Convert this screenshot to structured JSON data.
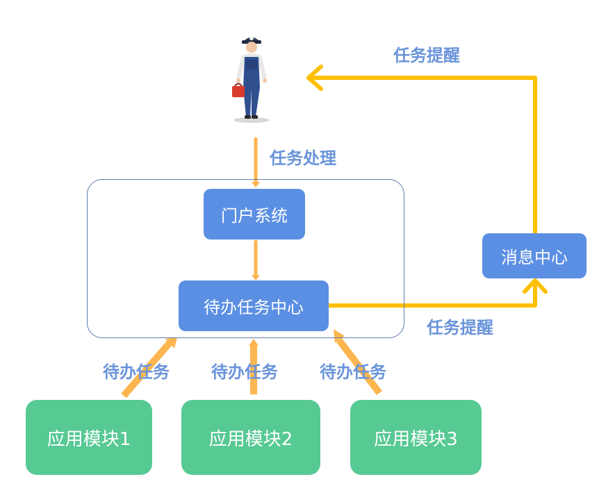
{
  "nodes": {
    "portal": "门户系统",
    "todo_center": "待办任务中心",
    "message_center": "消息中心",
    "module1": "应用模块1",
    "module2": "应用模块2",
    "module3": "应用模块3"
  },
  "labels": {
    "task_handle": "任务处理",
    "reminder_top": "任务提醒",
    "reminder_bottom": "任务提醒",
    "todo1": "待办任务",
    "todo2": "待办任务",
    "todo3": "待办任务"
  },
  "colors": {
    "node_blue": "#5b8fe3",
    "node_green": "#57c993",
    "arrow_orange": "#fcb54f",
    "arrow_yellow": "#fcc000",
    "label_blue": "#6a94da"
  },
  "icons": {
    "worker": "worker-with-toolbox-icon"
  }
}
